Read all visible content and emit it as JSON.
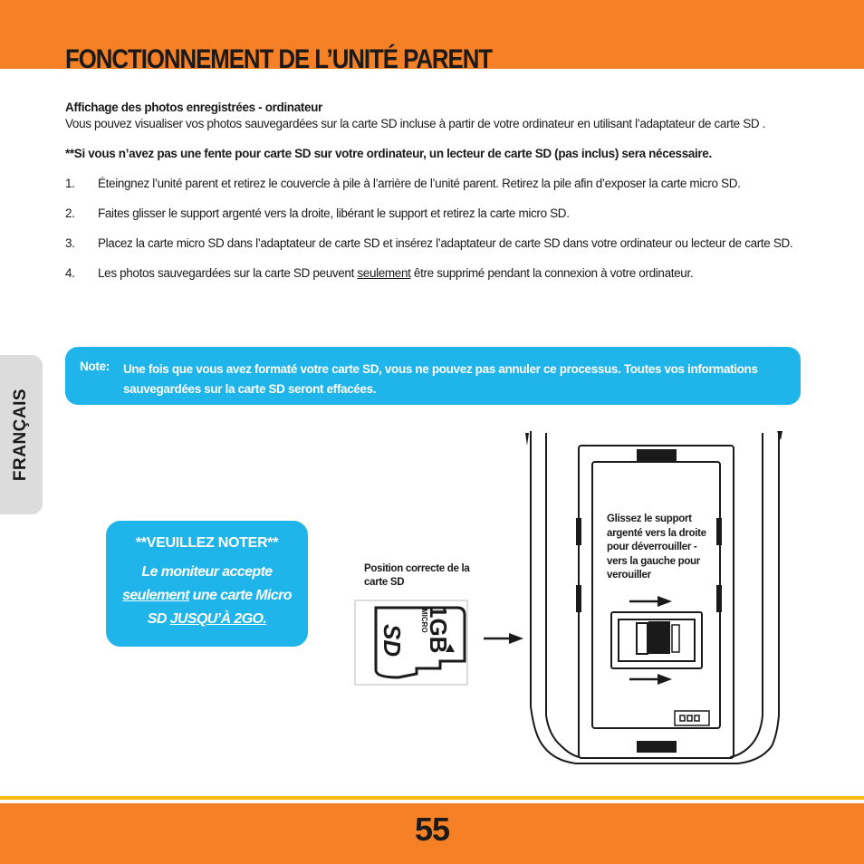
{
  "page": {
    "title": "FONCTIONNEMENT DE L’UNITÉ PARENT",
    "language_tab": "FRANÇAIS",
    "page_number": "55"
  },
  "section": {
    "subtitle": "Affichage des photos enregistrées - ordinateur",
    "intro": "Vous pouvez visualiser vos photos sauvegardées sur la carte SD incluse à partir de votre ordinateur en utilisant l’adaptateur de carte SD .",
    "warning": "**Si vous n’avez pas une fente pour carte SD sur votre ordinateur,  un lecteur de carte SD (pas inclus) sera nécessaire.",
    "steps": [
      {
        "num": "1.",
        "text": "Éteingnez l’unité parent et retirez le couvercle à pile à l’arrière de l’unité parent. Retirez la pile afin d’exposer la carte micro SD."
      },
      {
        "num": "2.",
        "text": "Faites glisser le support argenté vers la droite, libérant le support et retirez la carte micro SD."
      },
      {
        "num": "3.",
        "text": "Placez la carte micro SD dans l’adaptateur de carte SD et insérez l’adaptateur de carte SD dans votre ordinateur ou lecteur de carte SD."
      },
      {
        "num": "4.",
        "text_before": "Les photos sauvegardées sur la carte SD peuvent ",
        "text_underlined": "seulement",
        "text_after": " être supprimé pendant la connexion à votre ordinateur."
      }
    ]
  },
  "note": {
    "label": "Note:",
    "text": "Une fois que vous avez formaté votre carte SD, vous ne pouvez pas annuler ce processus. Toutes vos informations sauvegardées sur la carte SD seront effacées."
  },
  "callout": {
    "title": "**VEUILLEZ NOTER**",
    "line1": "Le moniteur accepte ",
    "underline1": "seulement",
    "line2": " une carte Micro SD ",
    "underline2": "JUSQU’À 2GO."
  },
  "figure": {
    "sd_caption": "Position correcte de la carte SD",
    "slide_caption": "Glissez le support argenté vers la droite pour déverrouiller - vers la gauche pour verouiller",
    "card_capacity": "1GB",
    "card_type": "MICRO"
  },
  "colors": {
    "header_orange": "#f58025",
    "accent_blue": "#1fb4ea",
    "footer_yellow": "#fdb913",
    "tab_gray": "#dcdcdc"
  }
}
